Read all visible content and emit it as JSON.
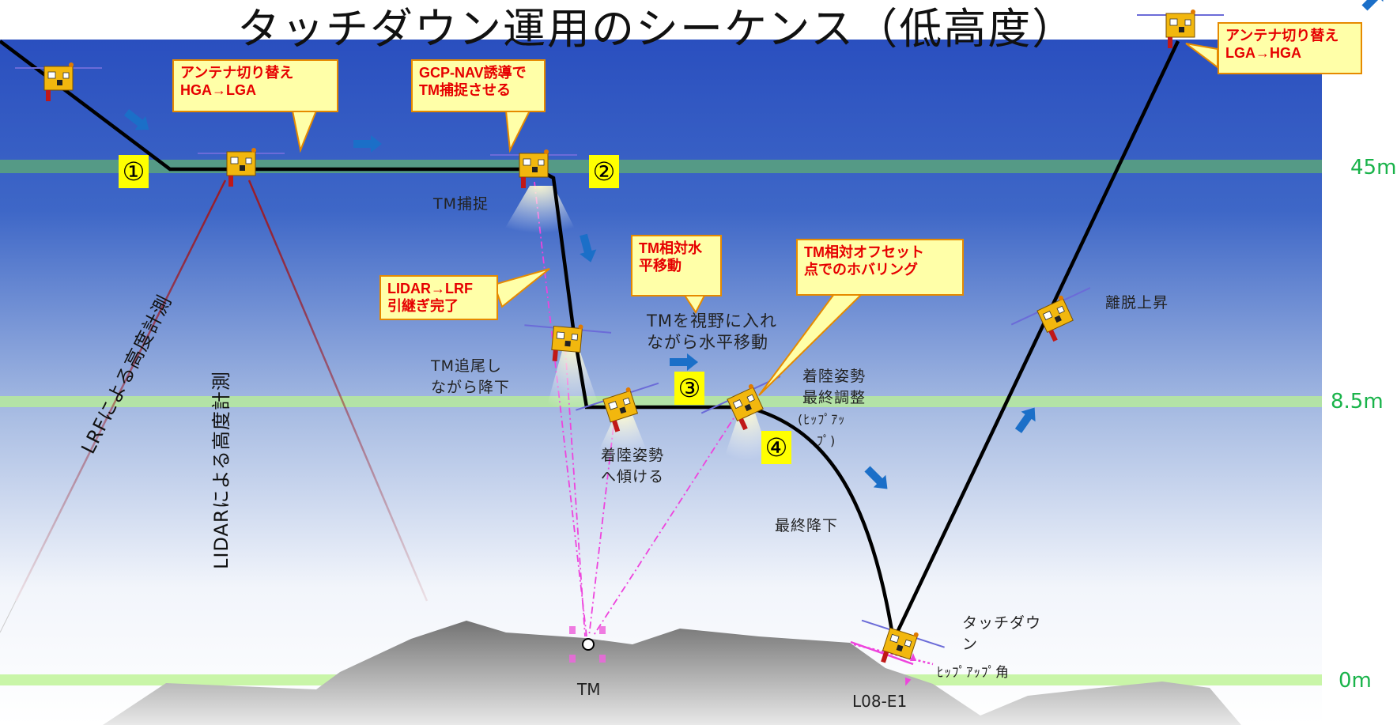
{
  "title": "タッチダウン運用のシーケンス（低高度）",
  "altitudes": {
    "high": "45m",
    "mid": "8.5m",
    "zero": "0m"
  },
  "steps": {
    "s1": "①",
    "s2": "②",
    "s3": "③",
    "s4": "④"
  },
  "callouts": {
    "antenna_hga_lga": [
      "アンテナ切り替え",
      "HGA→LGA"
    ],
    "gcp_nav": [
      "GCP-NAV誘導で",
      "TM捕捉させる"
    ],
    "lidar_lrf": [
      "LIDAR→LRF",
      "引継ぎ完了"
    ],
    "tm_horizontal": [
      "TM相対水",
      "平移動"
    ],
    "tm_offset_hover": [
      "TM相対オフセット",
      "点でのホバリング"
    ],
    "antenna_lga_hga": [
      "アンテナ切り替え",
      "LGA→HGA"
    ]
  },
  "notes": {
    "tm_capture": "TM捕捉",
    "tm_track_descent": [
      "TM追尾し",
      "ながら降下"
    ],
    "tm_view_move": [
      "TMを視野に入れ",
      "ながら水平移動"
    ],
    "tilt_attitude": [
      "着陸姿勢",
      "へ傾ける"
    ],
    "final_adjust": [
      "着陸姿勢",
      "最終調整",
      "(ﾋｯﾌﾟｱｯ",
      "ﾌﾟ)"
    ],
    "final_descent": "最終降下",
    "ascent": "離脱上昇",
    "touchdown": [
      "タッチダウ",
      "ン"
    ],
    "hipup_angle": "ﾋｯﾌﾟｱｯﾌﾟ角",
    "tm": "TM",
    "site": "L08-E1"
  },
  "beams": {
    "lrf": "LRFによる高度計測",
    "lidar": "LIDARによる高度計測"
  },
  "colors": {
    "sky_top": "#2a51c0",
    "sky_bottom": "#ffffff",
    "band_45m": "#5aa57a",
    "band_mid": "#b6ea9b",
    "band_zero": "#c9f5a8",
    "trajectory": "#000000",
    "arrow": "#1b6fc8",
    "laser_magenta": "#ee44dd",
    "lrf_red": "#9c1c26",
    "lidar_orange": "#f4b400",
    "callout_fill": "#ffffa8",
    "callout_text": "#e60000",
    "step_badge": "#ffff00",
    "altitude_text": "#19b34a"
  },
  "icons": {
    "spacecraft": "hayabusa2-spacecraft-icon",
    "flow": "direction-arrow-icon",
    "marker": "target-marker-icon"
  }
}
